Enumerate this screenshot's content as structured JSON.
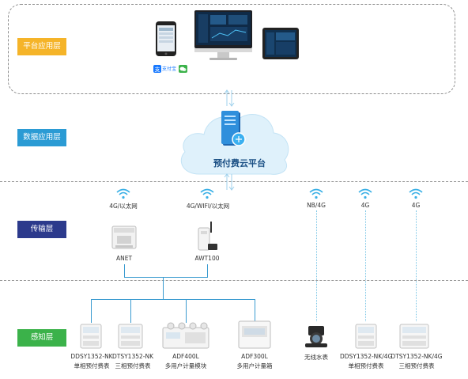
{
  "colors": {
    "platform_layer": "#f5b429",
    "data_layer": "#2b9bd4",
    "transport_layer": "#2c3a8c",
    "sensing_layer": "#3bb24a",
    "connector": "#3a9bd0",
    "cloud": "#dff1fb"
  },
  "layers": {
    "platform": "平台应用层",
    "data": "数据应用层",
    "transport": "传输层",
    "sensing": "感知层"
  },
  "cloud": {
    "label": "预付费云平台"
  },
  "apps": {
    "alipay": "支付宝",
    "wechat": "wechat-icon"
  },
  "network": {
    "anet": "4G/以太网",
    "awt": "4G/WIFI/以太网",
    "nb": "NB/4G",
    "g4a": "4G",
    "g4b": "4G"
  },
  "gateways": {
    "anet": "ANET",
    "awt": "AWT100"
  },
  "devices": {
    "d1_line1": "DDSY1352-NK",
    "d1_line2": "单相预付费表",
    "d2_line1": "DTSY1352-NK",
    "d2_line2": "三相预付费表",
    "d3_line1": "ADF400L",
    "d3_line2": "多用户计量模块",
    "d4_line1": "ADF300L",
    "d4_line2": "多用户计量箱",
    "d5_line1": "无线水表",
    "d6_line1": "DDSY1352-NK/4G",
    "d6_line2": "单相预付费表",
    "d7_line1": "DTSY1352-NK/4G",
    "d7_line2": "三相预付费表"
  }
}
